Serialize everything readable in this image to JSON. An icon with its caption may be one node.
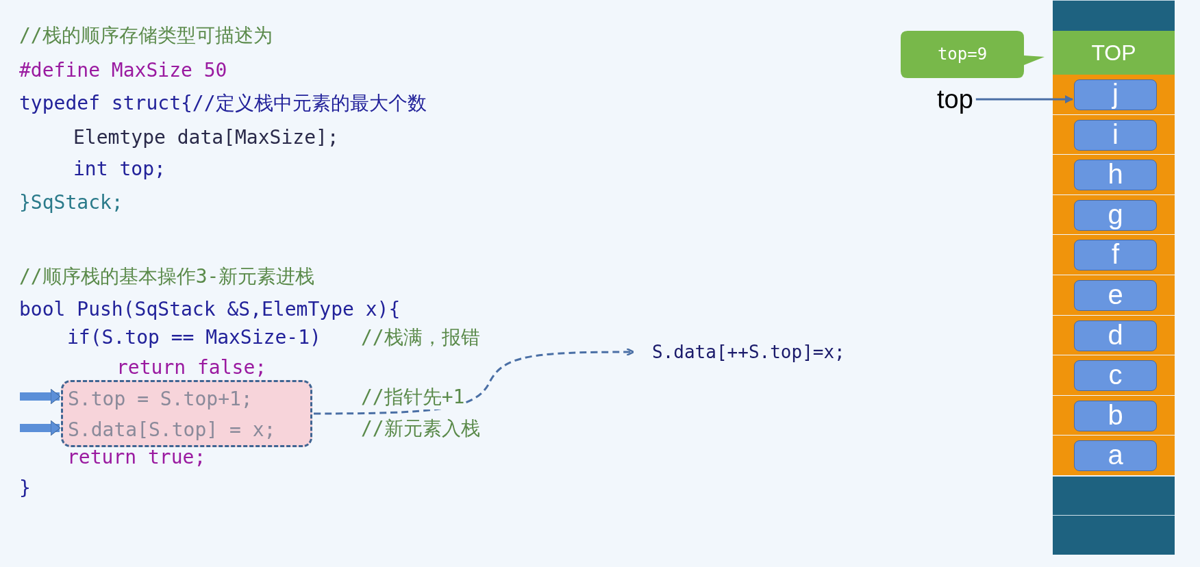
{
  "diagram": {
    "nodes": [
      {
        "text": [
          "S.top = S.top+1;",
          "S.data[S.top] = x;"
        ]
      },
      {
        "text": [
          "S.data[++S.top]=x;"
        ]
      },
      {
        "text": [],
        "shape": "box"
      },
      {
        "text": [
          "top=9"
        ]
      },
      {
        "text": [
          "TOP"
        ]
      },
      {
        "text": [
          "top"
        ]
      },
      {
        "text": [
          "j"
        ]
      },
      {
        "text": [
          "i"
        ]
      },
      {
        "text": [
          "h"
        ]
      },
      {
        "text": [
          "g"
        ]
      },
      {
        "text": [
          "f"
        ]
      },
      {
        "text": [
          "e"
        ]
      },
      {
        "text": [
          "d"
        ]
      },
      {
        "text": [
          "c"
        ]
      },
      {
        "text": [
          "b"
        ]
      },
      {
        "text": [
          "a"
        ]
      },
      {
        "text": [],
        "shape": "box"
      },
      {
        "text": [],
        "shape": "box"
      }
    ],
    "edges": [
      {
        "from": null,
        "to": 0,
        "arrow": "to",
        "style": "thick"
      },
      {
        "from": null,
        "to": 0,
        "arrow": "to",
        "style": "thick"
      },
      {
        "from": 0,
        "to": 1,
        "arrow": "to",
        "style": "dashed"
      },
      {
        "from": 5,
        "to": 6,
        "arrow": "to"
      }
    ],
    "labels": [
      "//栈的顺序存储类型可描述为",
      "#define MaxSize 50",
      "typedef struct{//定义栈中元素的最大个数",
      "Elemtype data[MaxSize];",
      "int top;",
      "}SqStack;",
      "//顺序栈的基本操作3-新元素进栈",
      "bool Push(SqStack &S,ElemType x){",
      "if(S.top == MaxSize-1)",
      "//栈满，报错",
      "return false;",
      "//指针先+1",
      "//新元素入栈",
      "return true;",
      "}"
    ]
  }
}
